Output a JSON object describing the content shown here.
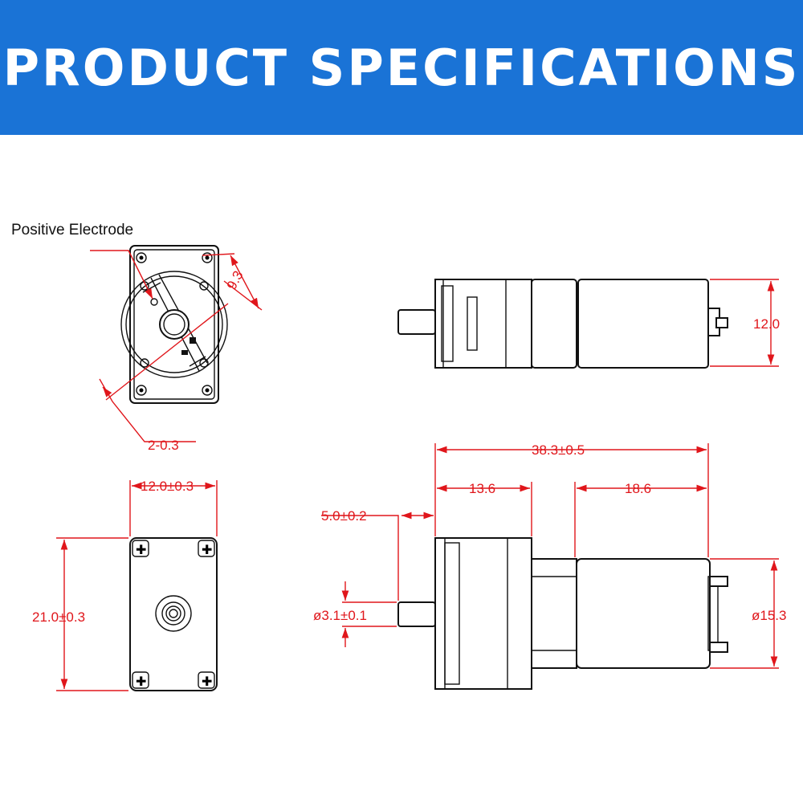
{
  "header": {
    "title": "PRODUCT SPECIFICATIONS"
  },
  "labels": {
    "positive_electrode": "Positive Electrode"
  },
  "dimensions": {
    "top_view_width": "9.3",
    "mount_holes": "2-0.3",
    "motor_height": "12.0",
    "total_length": "38.3±0.5",
    "gearbox_length": "13.6",
    "motor_length": "18.6",
    "shaft_length": "5.0±0.2",
    "shaft_diameter": "ø3.1±0.1",
    "motor_diameter": "ø15.3",
    "front_width": "12.0±0.3",
    "front_height": "21.0±0.3"
  },
  "colors": {
    "banner": "#1a73d6",
    "dimension_lines": "#e0161b"
  }
}
